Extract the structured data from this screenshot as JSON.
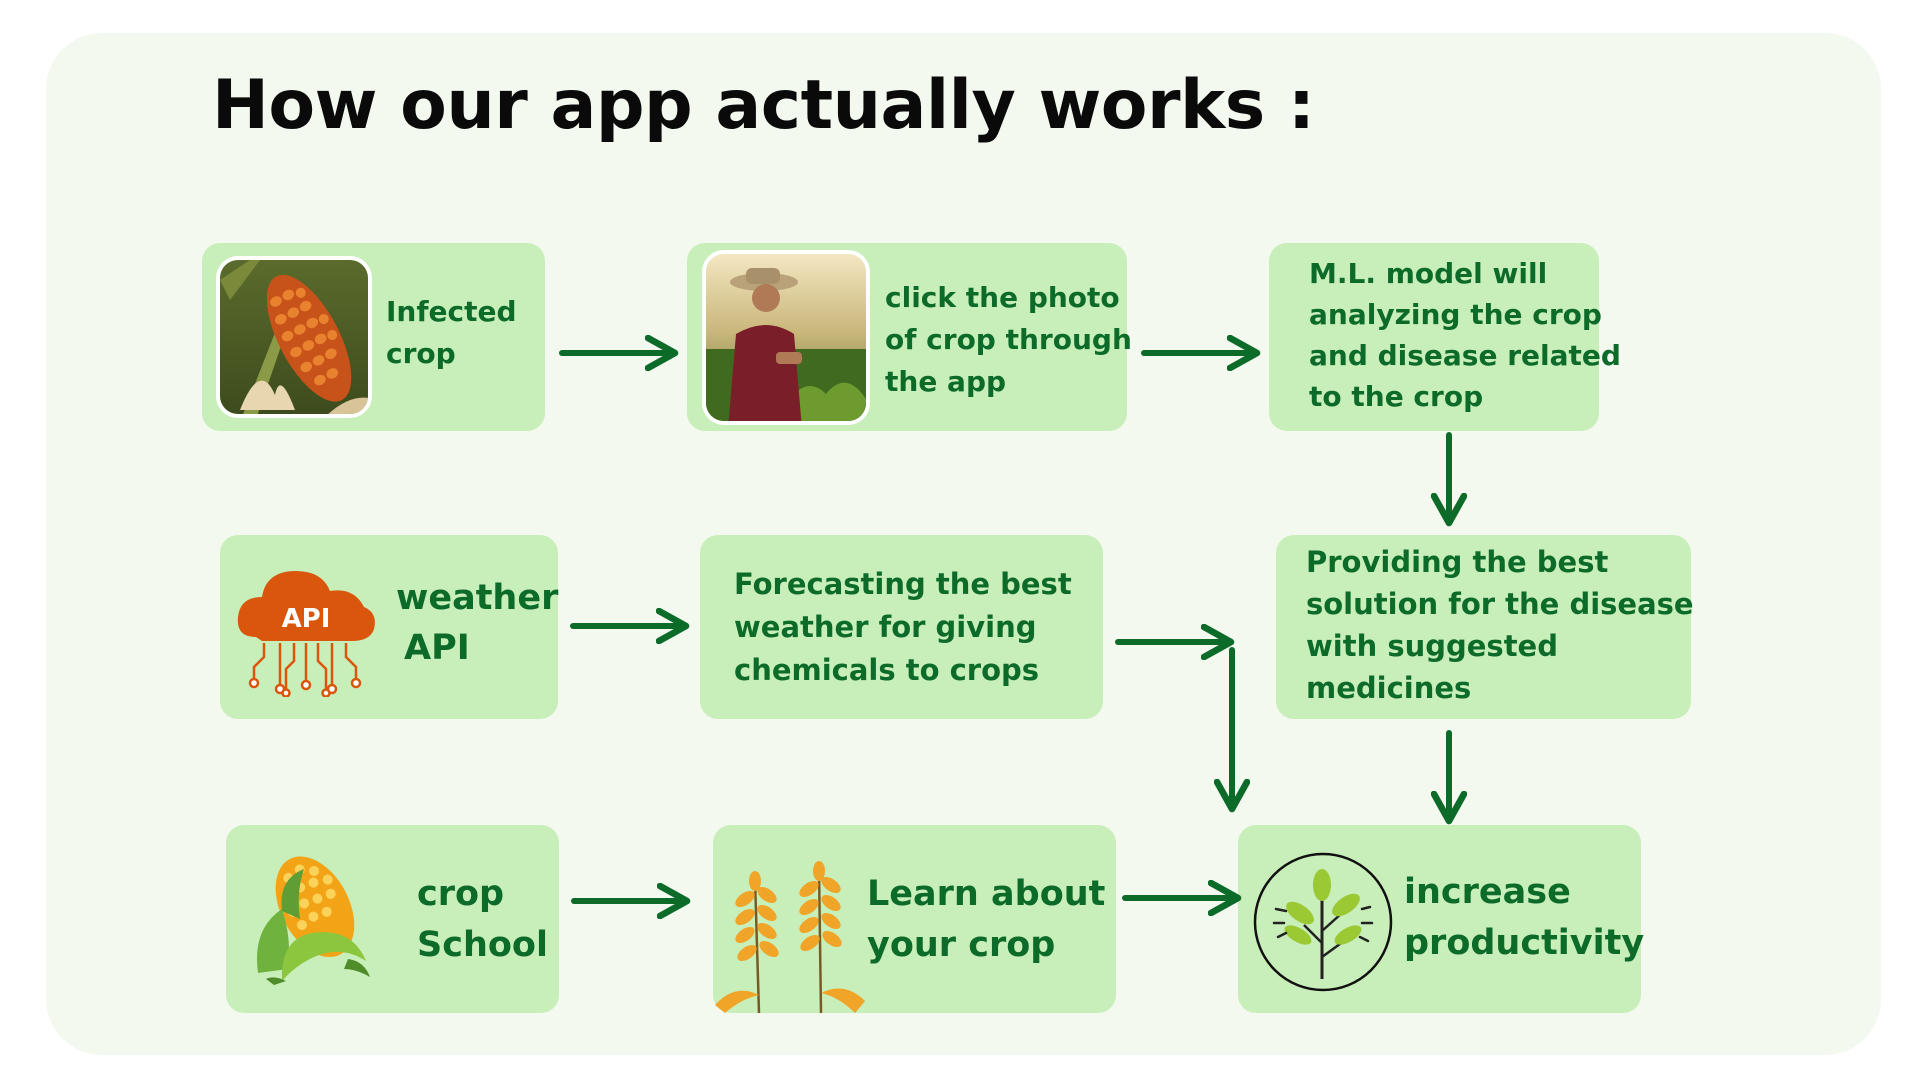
{
  "title": "How our app actually works :",
  "steps": {
    "infected": {
      "line1": "Infected",
      "line2": "crop"
    },
    "click_photo": {
      "line1": "click the photo",
      "line2": "of crop through",
      "line3": "the app"
    },
    "ml_model": {
      "line1": "M.L. model will",
      "line2": "analyzing the crop",
      "line3": "and disease related",
      "line4": "to the crop"
    },
    "weather_api": {
      "line1": "weather",
      "line2": "API",
      "badge": "API"
    },
    "forecast": {
      "line1": "Forecasting the best",
      "line2": "weather for giving",
      "line3": "chemicals to crops"
    },
    "solution": {
      "line1": "Providing the best",
      "line2": "solution for the disease",
      "line3": "with suggested",
      "line4": "medicines"
    },
    "crop_school": {
      "line1": "crop",
      "line2": "School"
    },
    "learn": {
      "line1": "Learn about",
      "line2": "your crop"
    },
    "productivity": {
      "line1": "increase",
      "line2": "productivity"
    }
  },
  "icons": {
    "infected": "corn-cob-photo",
    "click_photo": "farmer-photo",
    "weather_api": "api-cloud-icon",
    "crop_school": "corn-icon",
    "learn": "wheat-icon",
    "productivity": "plant-icon"
  },
  "colors": {
    "box": "#c8eeb9",
    "text": "#0d6b2a",
    "arrow": "#0d6b2a",
    "panel": "#f3f9ef",
    "api_orange": "#d9560c"
  }
}
